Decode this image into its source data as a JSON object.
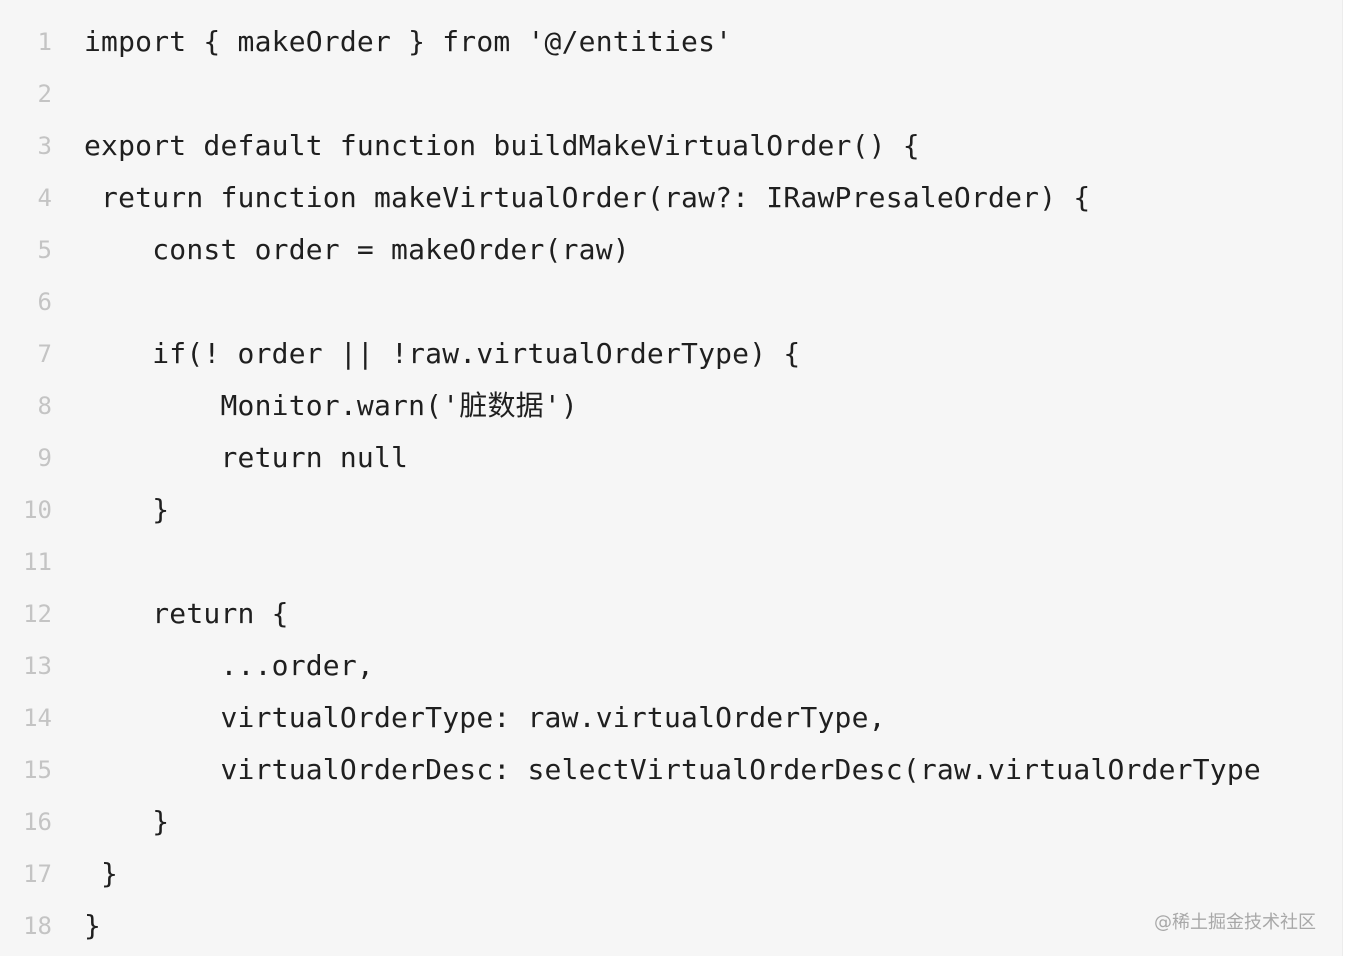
{
  "code": {
    "lines": [
      {
        "num": "1",
        "text": "import { makeOrder } from '@/entities'"
      },
      {
        "num": "2",
        "text": ""
      },
      {
        "num": "3",
        "text": "export default function buildMakeVirtualOrder() {"
      },
      {
        "num": "4",
        "text": " return function makeVirtualOrder(raw?: IRawPresaleOrder) {"
      },
      {
        "num": "5",
        "text": "    const order = makeOrder(raw)"
      },
      {
        "num": "6",
        "text": ""
      },
      {
        "num": "7",
        "text": "    if(! order || !raw.virtualOrderType) {"
      },
      {
        "num": "8",
        "text": "        Monitor.warn('脏数据')"
      },
      {
        "num": "9",
        "text": "        return null"
      },
      {
        "num": "10",
        "text": "    }"
      },
      {
        "num": "11",
        "text": ""
      },
      {
        "num": "12",
        "text": "    return {"
      },
      {
        "num": "13",
        "text": "        ...order,"
      },
      {
        "num": "14",
        "text": "        virtualOrderType: raw.virtualOrderType,"
      },
      {
        "num": "15",
        "text": "        virtualOrderDesc: selectVirtualOrderDesc(raw.virtualOrderType"
      },
      {
        "num": "16",
        "text": "    }"
      },
      {
        "num": "17",
        "text": " }"
      },
      {
        "num": "18",
        "text": "}"
      }
    ]
  },
  "watermark": "@稀土掘金技术社区"
}
